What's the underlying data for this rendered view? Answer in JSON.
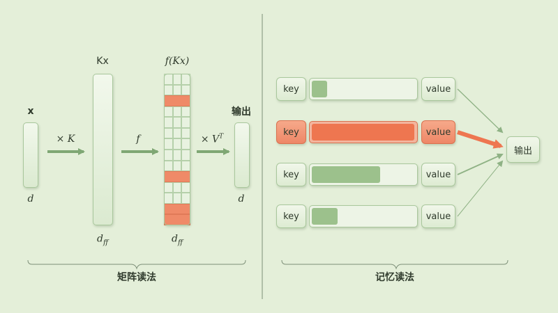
{
  "left": {
    "input_label": "x",
    "input_dim": "d",
    "op1": "× K",
    "mid_label": "Kx",
    "mid_dim": "d_ff",
    "op2": "f",
    "act_label": "f(Kx)",
    "act_dim": "d_ff",
    "act_rows": 14,
    "act_cols": 3,
    "act_hot_rows": [
      2,
      9,
      12,
      13
    ],
    "op3": "× V",
    "op3_sup": "T",
    "out_label": "输出",
    "out_dim": "d",
    "caption": "矩阵读法"
  },
  "right": {
    "rows": [
      {
        "key": "key",
        "value": "value",
        "match": 0.15,
        "active": false
      },
      {
        "key": "key",
        "value": "value",
        "match": 1.0,
        "active": true
      },
      {
        "key": "key",
        "value": "value",
        "match": 0.67,
        "active": false
      },
      {
        "key": "key",
        "value": "value",
        "match": 0.25,
        "active": false
      }
    ],
    "output": "输出",
    "caption": "记忆读法"
  },
  "colors": {
    "background": "#e4efd9",
    "active": "#ee7650",
    "inactive_fill": "#9cc18c",
    "arrow": "#7fa774"
  }
}
